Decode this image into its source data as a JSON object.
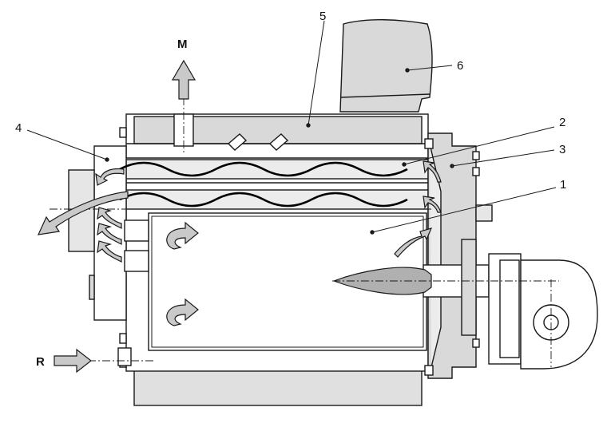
{
  "diagram": {
    "labels": {
      "c1": "1",
      "c2": "2",
      "c3": "3",
      "c4": "4",
      "c5": "5",
      "c6": "6",
      "flow_out": "M",
      "flow_in": "R"
    }
  },
  "colors": {
    "line": "#1a1a1a",
    "panel": "#d9d9d9",
    "panel_light": "#ececec",
    "arrow": "#c9c9c9",
    "flame": "#b0b0b0"
  },
  "icons": [
    "flow-arrow-icon",
    "burner-flame",
    "wavy-tube"
  ]
}
